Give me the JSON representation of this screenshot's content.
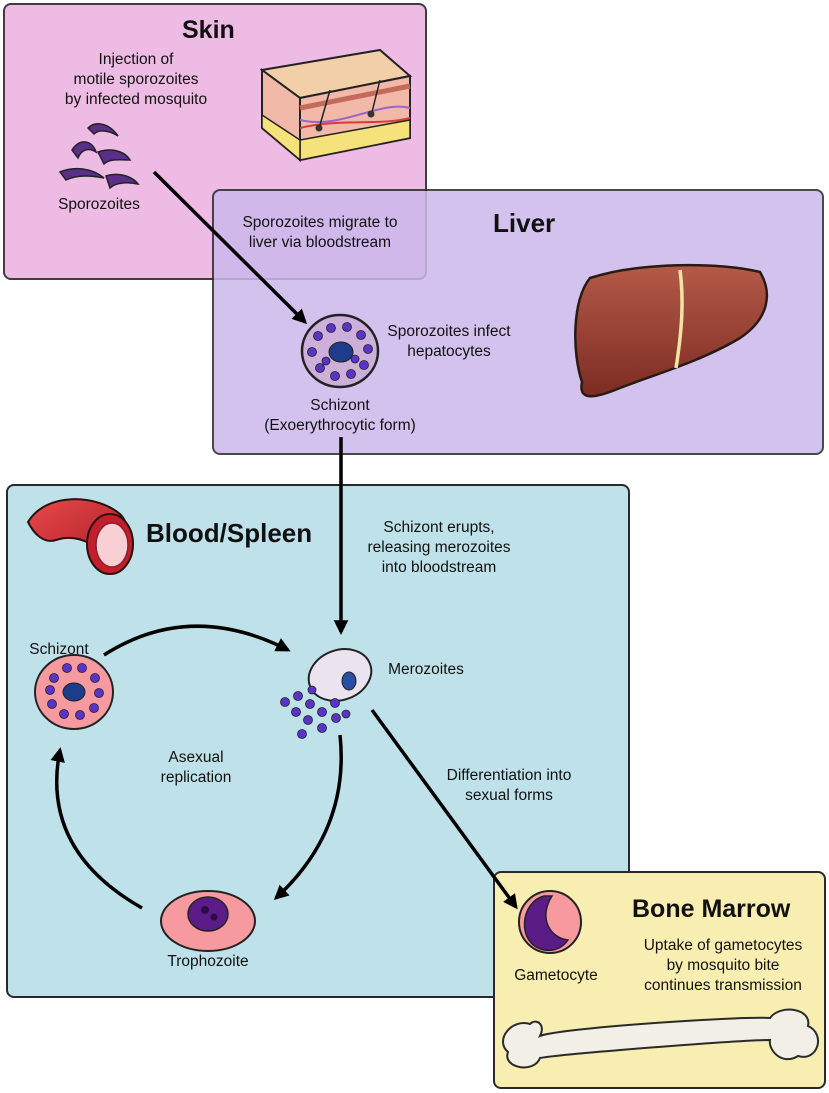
{
  "skin": {
    "title": "Skin",
    "injection_line1": "Injection of",
    "injection_line2": "motile sporozoites",
    "injection_line3": "by infected mosquito",
    "sporozoites_label": "Sporozoites",
    "color": "#ecb4e2"
  },
  "liver": {
    "title": "Liver",
    "migrate_line1": "Sporozoites migrate to",
    "migrate_line2": "liver via bloodstream",
    "infect_line1": "Sporozoites infect",
    "infect_line2": "hepatocytes",
    "schizont_line1": "Schizont",
    "schizont_line2": "(Exoerythrocytic form)",
    "color": "#cdb8ec"
  },
  "blood": {
    "title": "Blood/Spleen",
    "erupt_line1": "Schizont erupts,",
    "erupt_line2": "releasing merozoites",
    "erupt_line3": "into bloodstream",
    "merozoites_label": "Merozoites",
    "schizont_label": "Schizont",
    "asexual_line1": "Asexual",
    "asexual_line2": "replication",
    "trophozoite_label": "Trophozoite",
    "diff_line1": "Differentiation into",
    "diff_line2": "sexual forms",
    "color": "#bfe2ea"
  },
  "marrow": {
    "title": "Bone Marrow",
    "gametocyte_label": "Gametocyte",
    "uptake_line1": "Uptake of gametocytes",
    "uptake_line2": "by mosquito bite",
    "uptake_line3": "continues transmission",
    "color": "#f9eeb1"
  }
}
